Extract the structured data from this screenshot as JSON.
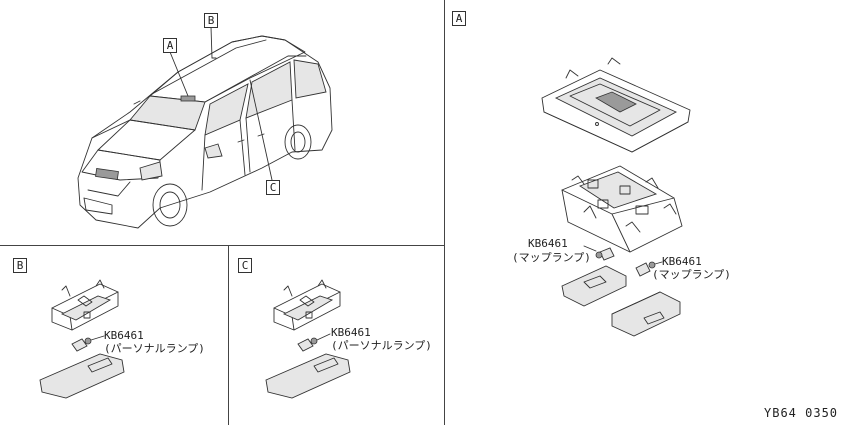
{
  "callouts": {
    "car_a": "A",
    "car_b": "B",
    "car_c": "C",
    "panel_a": "A",
    "panel_b": "B",
    "panel_c": "C"
  },
  "parts": {
    "b_code": "KB6461",
    "b_desc": "(パーソナルランプ)",
    "c_code": "KB6461",
    "c_desc": "(パーソナルランプ)",
    "a1_code": "KB6461",
    "a1_desc": "(マップランプ)",
    "a2_code": "KB6461",
    "a2_desc": "(マップランプ)"
  },
  "diagram_code": "YB64 0350"
}
